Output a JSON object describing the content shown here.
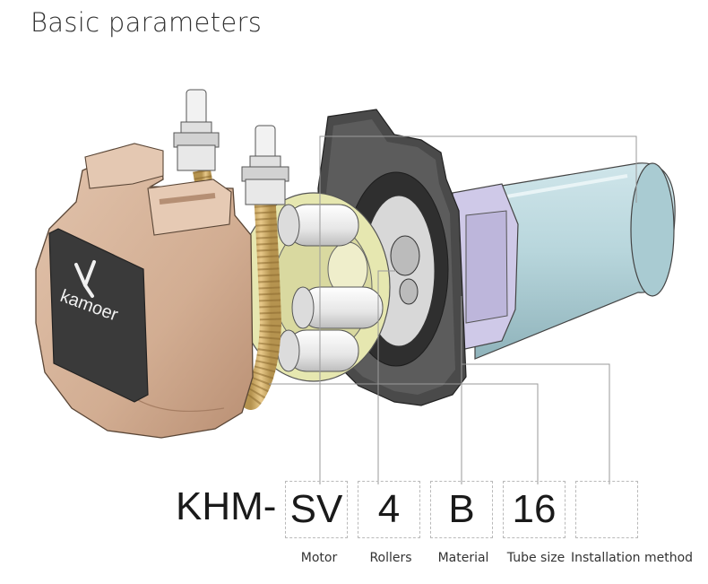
{
  "title": "Basic parameters",
  "logo_text": "kamoer",
  "model": {
    "prefix": "KHM-",
    "fields": [
      {
        "value": "SV",
        "caption": "Motor"
      },
      {
        "value": "4",
        "caption": "Rollers"
      },
      {
        "value": "B",
        "caption": "Material"
      },
      {
        "value": "16",
        "caption": "Tube size"
      },
      {
        "value": "",
        "caption": "Installation method"
      }
    ]
  }
}
